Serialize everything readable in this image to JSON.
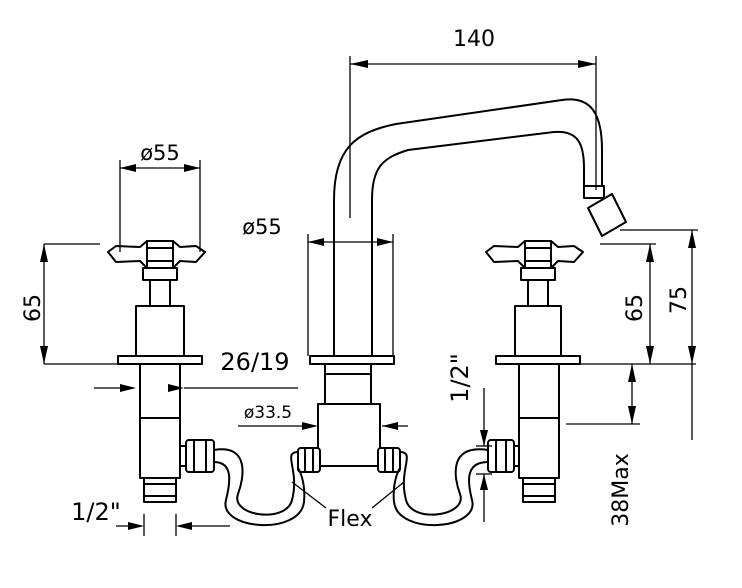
{
  "labels": {
    "spout_width": "140",
    "handle_diameter": "ø55",
    "spout_diameter": "ø55",
    "handle_height_left": "65",
    "handle_height_right": "65",
    "spout_outlet_height": "75",
    "hole_range": "26/19",
    "body_diameter": "ø33.5",
    "thread_left": "1/2\"",
    "thread_right": "1/2\"",
    "flex_label": "Flex",
    "max_deck": "38Max"
  }
}
